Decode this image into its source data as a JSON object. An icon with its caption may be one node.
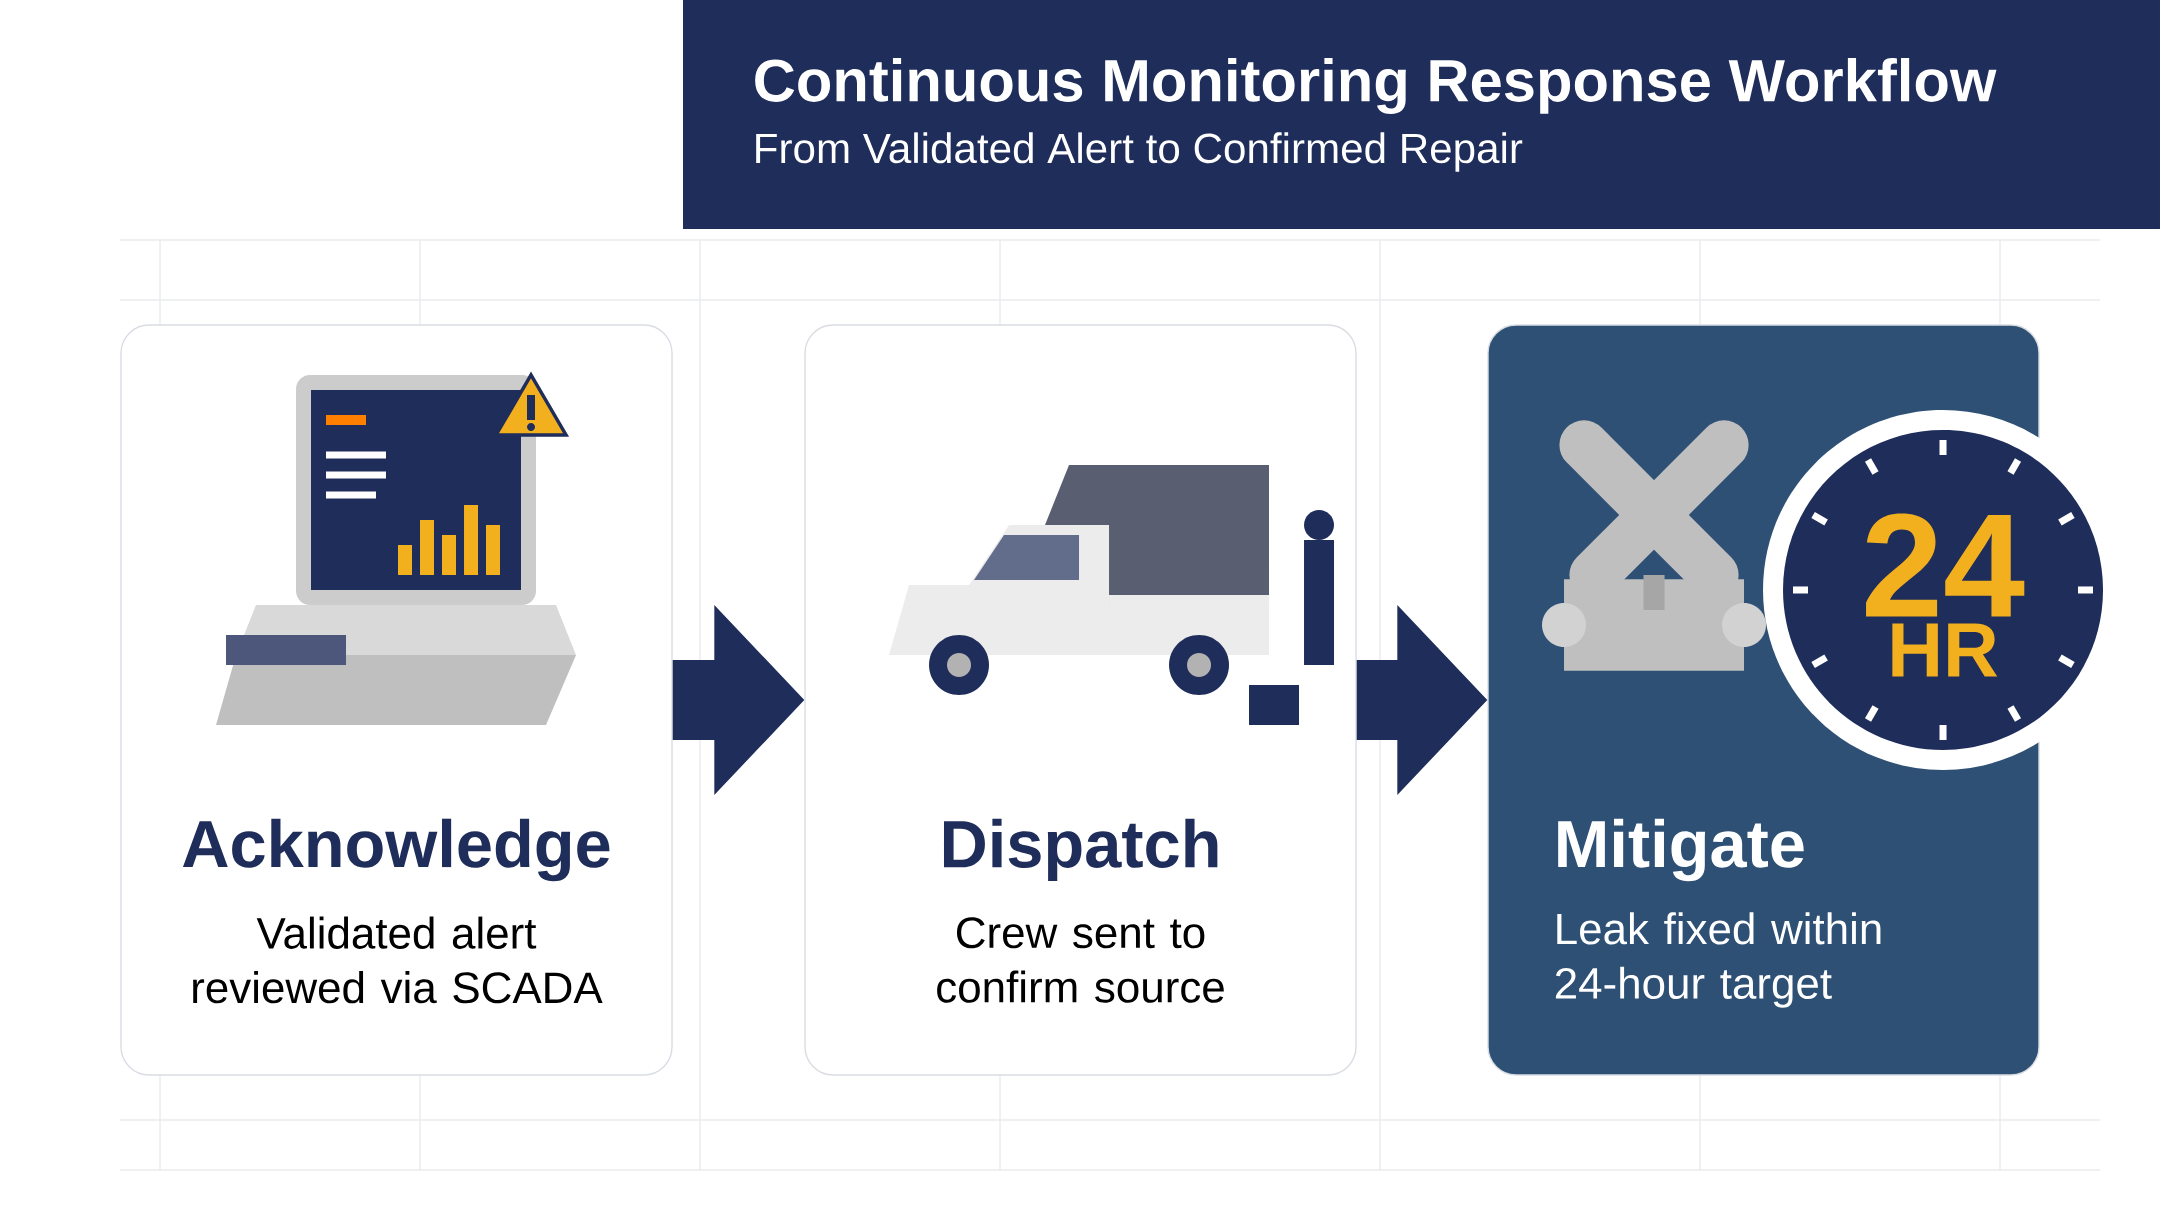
{
  "diagram": {
    "title": "Continuous Monitoring Response Workflow",
    "caption": "From Validated Alert to Confirmed Repair",
    "nodes": [
      {
        "text": [
          "Acknowledge",
          "Validated alert reviewed via SCADA"
        ]
      },
      {
        "text": [
          "Dispatch",
          "Crew sent to confirm source"
        ]
      },
      {
        "text": [
          "Mitigate",
          "Leak fixed within 24-hour target"
        ]
      }
    ],
    "edges": [
      {
        "from": 0,
        "to": 1,
        "arrow": "to"
      },
      {
        "from": 1,
        "to": 2,
        "arrow": "to"
      }
    ],
    "labels": [
      "24",
      "HR"
    ]
  }
}
